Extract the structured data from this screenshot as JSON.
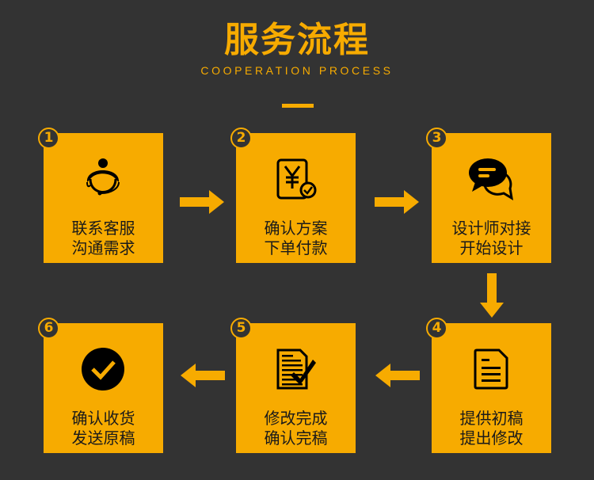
{
  "header": {
    "title": "服务流程",
    "subtitle": "COOPERATION PROCESS"
  },
  "colors": {
    "accent": "#f7ab00",
    "background": "#333333",
    "text": "#1a1a1a"
  },
  "steps": [
    {
      "number": "1",
      "line1": "联系客服",
      "line2": "沟通需求",
      "icon": "customer-service-icon"
    },
    {
      "number": "2",
      "line1": "确认方案",
      "line2": "下单付款",
      "icon": "payment-icon"
    },
    {
      "number": "3",
      "line1": "设计师对接",
      "line2": "开始设计",
      "icon": "chat-icon"
    },
    {
      "number": "4",
      "line1": "提供初稿",
      "line2": "提出修改",
      "icon": "document-icon"
    },
    {
      "number": "5",
      "line1": "修改完成",
      "line2": "确认完稿",
      "icon": "document-check-icon"
    },
    {
      "number": "6",
      "line1": "确认收货",
      "line2": "发送原稿",
      "icon": "check-circle-icon"
    }
  ]
}
